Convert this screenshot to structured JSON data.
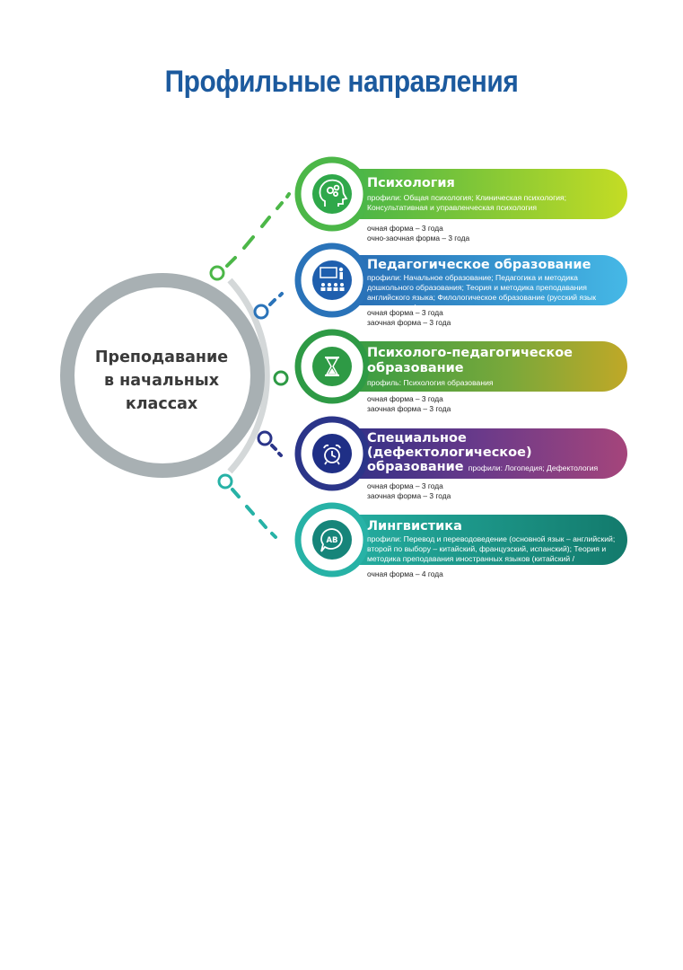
{
  "title": "Профильные направления",
  "center": {
    "line1": "Преподавание",
    "line2": "в начальных",
    "line3": "классах"
  },
  "colors": {
    "title": "#1c5a9e",
    "center_ring": "#a8b0b3",
    "psychology": "#4cb748",
    "pedagogy": "#2a73b9",
    "psych_ped": "#2e9a45",
    "special": "#2b3589",
    "linguistics": "#27b2a6"
  },
  "directions": [
    {
      "title": "Психология",
      "profiles": "профили: Общая психология; Клиническая психология; Консультативная и управленческая психология",
      "forms": [
        "очная форма – 3 года",
        "очно-заочная форма – 3 года"
      ],
      "icon": "head-gears-icon"
    },
    {
      "title": "Педагогическое образование",
      "profiles": "профили: Начальное образование; Педагогика и методика дошкольного образования; Теория и методика преподавания английского языка; Филологическое образование (русский язык и литература)",
      "forms": [
        "очная форма – 3 года",
        "заочная форма – 3 года"
      ],
      "icon": "teacher-classroom-icon"
    },
    {
      "title_line1": "Психолого-педагогическое",
      "title_line2": "образование",
      "profiles": "профиль: Психология образования",
      "forms": [
        "очная форма – 3 года",
        "заочная форма – 3 года"
      ],
      "icon": "hourglass-icon"
    },
    {
      "title_line1": "Специальное",
      "title_line2": "(дефектологическое)",
      "title_line3": "образование",
      "profiles": "профили: Логопедия; Дефектология",
      "forms": [
        "очная форма – 3 года",
        "заочная форма – 3 года"
      ],
      "icon": "alarm-clock-icon"
    },
    {
      "title": "Лингвистика",
      "profiles": "профили: Перевод и переводоведение (основной язык – английский; второй по выбору – китайский, французский, испанский); Теория и методика преподавания иностранных языков (китайский / английский)",
      "forms": [
        "очная форма – 4 года"
      ],
      "icon": "speech-bubble-ab-icon",
      "icon_text": "AB"
    }
  ]
}
